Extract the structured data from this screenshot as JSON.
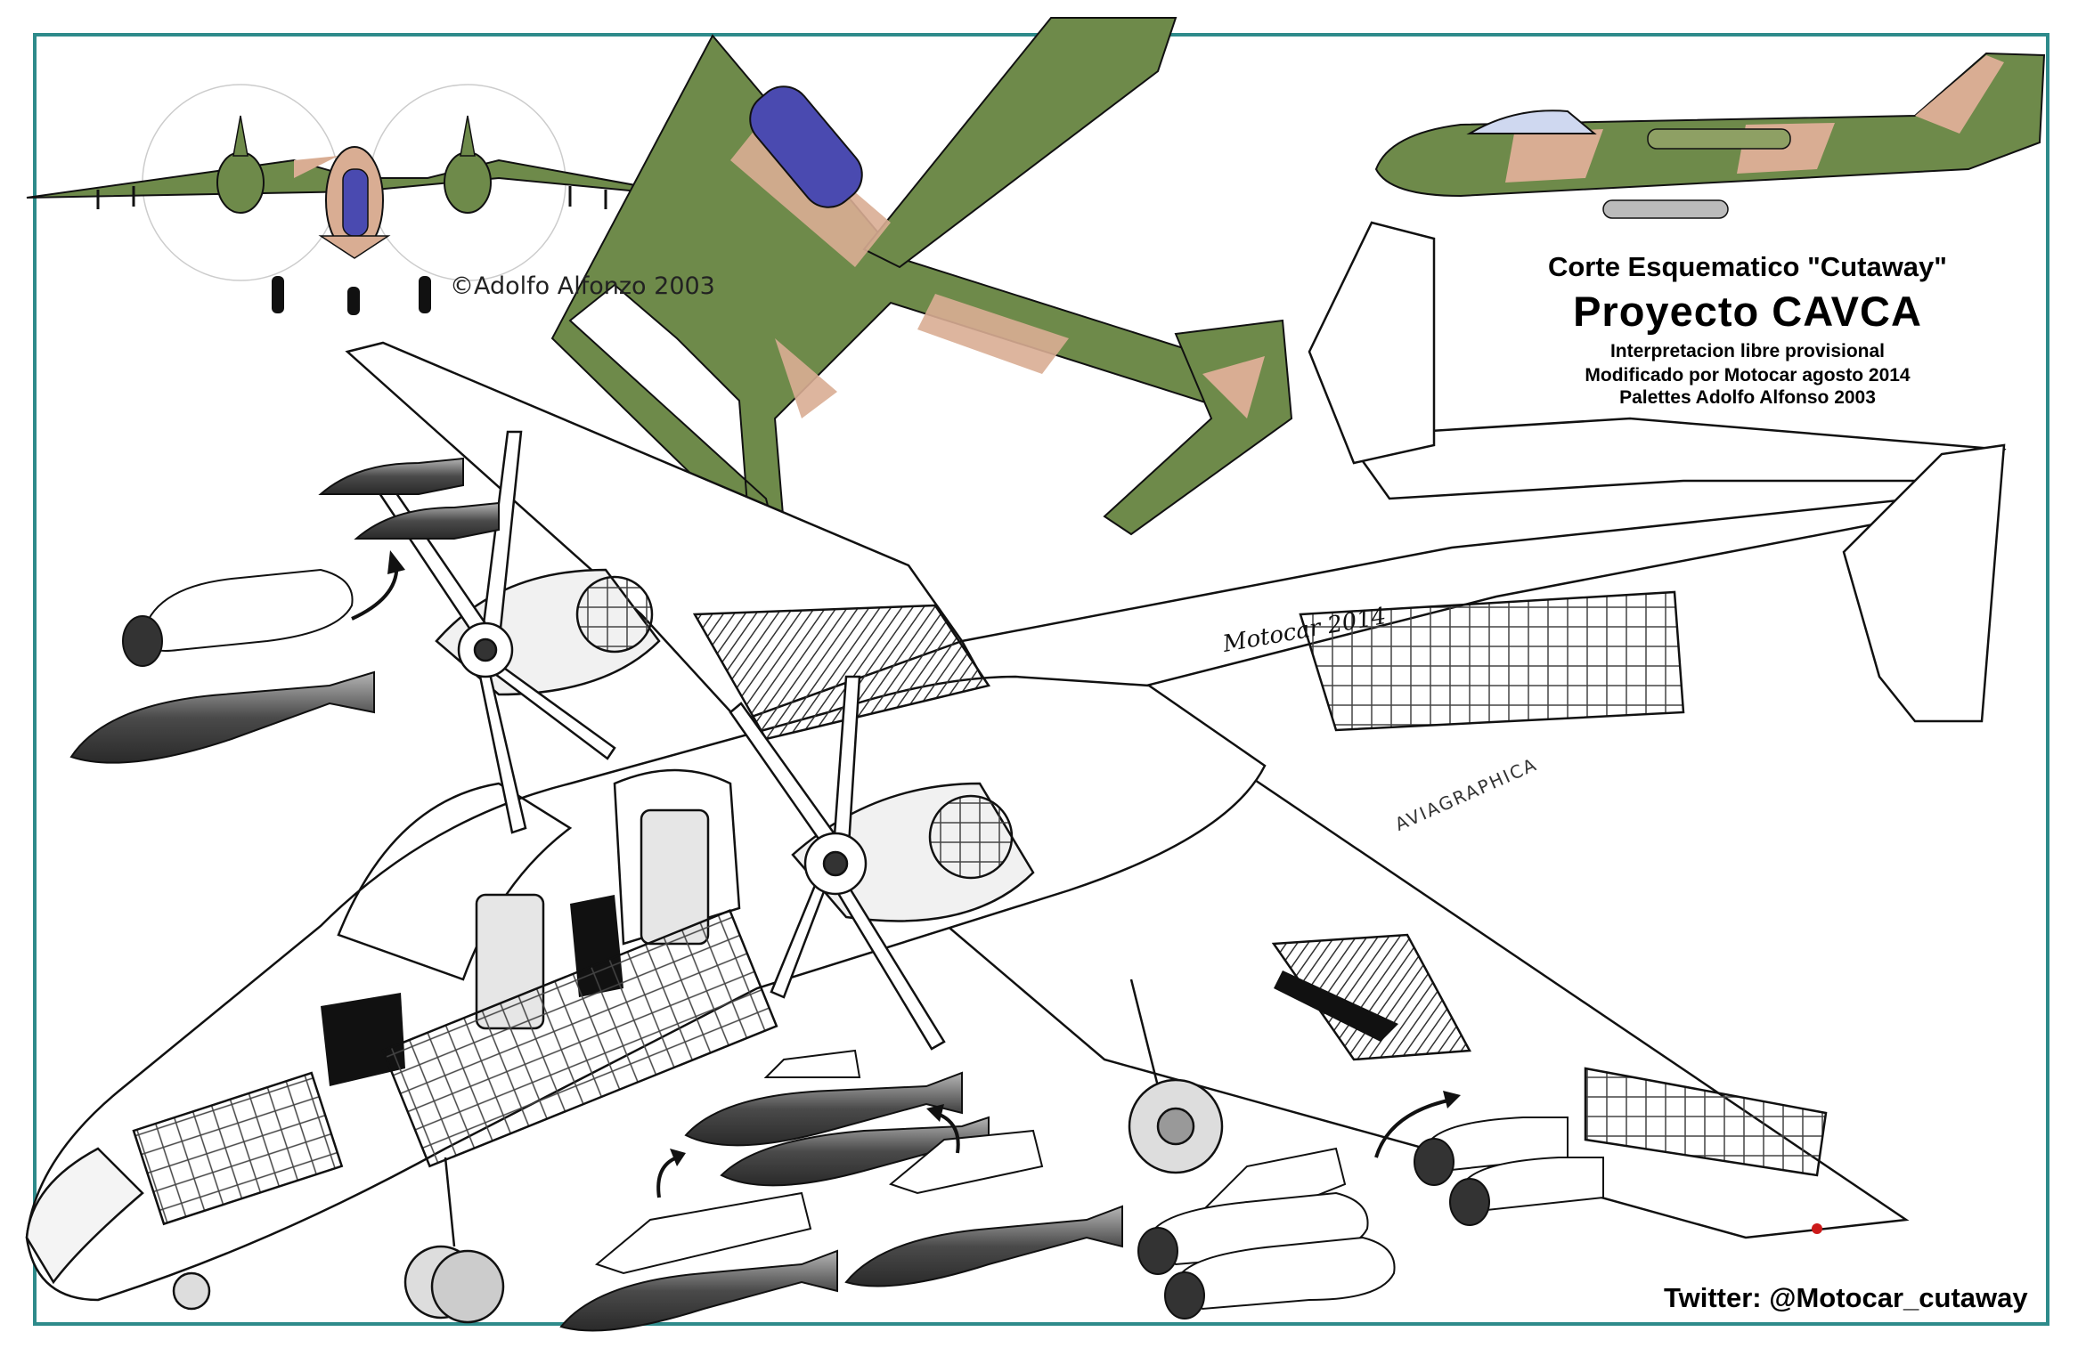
{
  "credit": "©Adolfo Alfonzo 2003",
  "title": {
    "line1": "Corte Esquematico \"Cutaway\"",
    "line2": "Proyecto CAVCA",
    "line3": "Interpretacion libre provisional",
    "line4": "Modificado por Motocar  agosto 2014",
    "line5": "Palettes Adolfo Alfonso 2003"
  },
  "twitter": "Twitter: @Motocar_cutaway",
  "logos": {
    "motocar": "Motocar 2014",
    "aviagraphica": "AVIAGRAPHICA"
  },
  "colors": {
    "frame": "#2e8b8b",
    "camo_green": "#6e8a4a",
    "camo_tan": "#d9ad93",
    "canopy": "#4a4ab0",
    "line": "#111111",
    "bomb": "#555555"
  }
}
